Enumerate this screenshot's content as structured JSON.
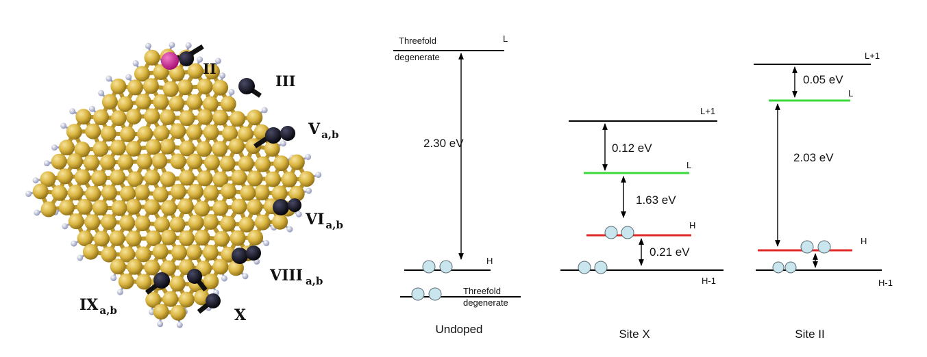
{
  "colors": {
    "silicon": "#d9b440",
    "silicon_edge": "#9a7a1c",
    "hydrogen": "#c8cde6",
    "dopant": "#111122",
    "dopant_ii": "#d6259a",
    "level_black": "#000000",
    "level_green": "#3ad83a",
    "level_red": "#e02828",
    "electron": "#c9e6ef"
  },
  "cluster": {
    "sites": [
      {
        "main": "II",
        "sub": ""
      },
      {
        "main": "III",
        "sub": ""
      },
      {
        "main": "V",
        "sub": "a,b"
      },
      {
        "main": "VI",
        "sub": "a,b"
      },
      {
        "main": "VIII",
        "sub": "a,b"
      },
      {
        "main": "IX",
        "sub": "a,b"
      },
      {
        "main": "X",
        "sub": ""
      }
    ]
  },
  "diagram": {
    "panels": [
      {
        "title": "Undoped",
        "levels": [
          {
            "label": "L",
            "color": "black",
            "note": [
              "Threefold",
              "degenerate"
            ]
          },
          {
            "label": "H",
            "color": "black",
            "electrons": 2
          },
          {
            "label": "",
            "color": "black",
            "electrons": 2,
            "note": [
              "Threefold",
              "degenerate"
            ]
          }
        ],
        "gaps": [
          "2.30  eV"
        ]
      },
      {
        "title": "Site X",
        "levels": [
          {
            "label": "L+1",
            "color": "black"
          },
          {
            "label": "L",
            "color": "green"
          },
          {
            "label": "H",
            "color": "red",
            "electrons": 2
          },
          {
            "label": "H-1",
            "color": "black",
            "electrons": 2
          }
        ],
        "gaps": [
          "0.12  eV",
          "1.63  eV",
          "0.21  eV"
        ]
      },
      {
        "title": "Site II",
        "levels": [
          {
            "label": "L+1",
            "color": "black"
          },
          {
            "label": "L",
            "color": "green"
          },
          {
            "label": "H",
            "color": "red",
            "electrons": 2
          },
          {
            "label": "H-1",
            "color": "black",
            "electrons": 2
          }
        ],
        "gaps": [
          "0.05  eV",
          "2.03  eV",
          ""
        ]
      }
    ]
  }
}
